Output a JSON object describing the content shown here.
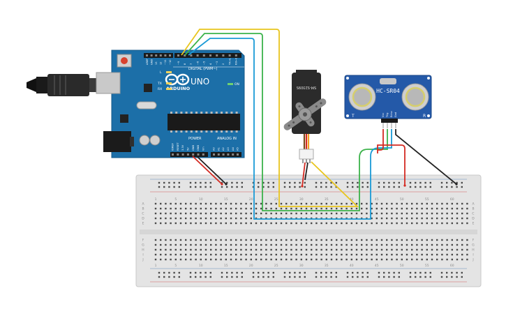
{
  "arduino": {
    "logo_text": "ARDUINO",
    "model": "UNO",
    "digital_header": "DIGITAL (PWM~)",
    "power_label": "POWER",
    "analog_label": "ANALOG IN",
    "on_label": "ON",
    "tx_label": "TX",
    "rx_label": "RX",
    "l_label": "L",
    "top_pin_labels": [
      "AREF",
      "GND",
      "13",
      "12",
      "~11",
      "~10",
      "~9",
      "8",
      "7",
      "~6",
      "~5",
      "4",
      "~3",
      "2",
      "TX→1",
      "RX←0"
    ],
    "power_pin_labels": [
      "IOREF",
      "RESET",
      "3.3V",
      "5V",
      "GND",
      "GND",
      "Vin"
    ],
    "analog_pin_labels": [
      "A0",
      "A1",
      "A2",
      "A3",
      "A4",
      "A5"
    ]
  },
  "servo": {
    "label": "SM-S2309S"
  },
  "sensor": {
    "model": "HC-SR04",
    "t_label": "T",
    "r_label": "R",
    "pin_labels": [
      "Vcc",
      "Trig",
      "Echo",
      "Gnd"
    ]
  },
  "breadboard": {
    "column_numbers": [
      "1",
      "5",
      "10",
      "15",
      "20",
      "25",
      "30",
      "35",
      "40",
      "45",
      "50",
      "55",
      "60"
    ],
    "row_letters_top": [
      "A",
      "B",
      "C",
      "D",
      "E"
    ],
    "row_letters_bottom": [
      "F",
      "G",
      "H",
      "I",
      "J"
    ]
  },
  "colors": {
    "board": "#1c6fa8",
    "breadboard": "#e4e4e4",
    "sensor_board": "#2459a8",
    "wire_yellow": "#e8c51d",
    "wire_green": "#3bb24a",
    "wire_blue": "#1a9ad6",
    "wire_red": "#d42a22",
    "wire_black": "#222222"
  }
}
